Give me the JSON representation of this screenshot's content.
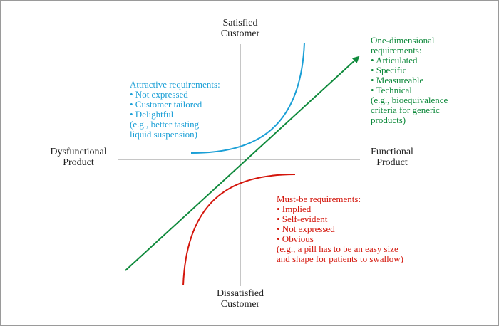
{
  "axes": {
    "top": [
      "Satisfied",
      "Customer"
    ],
    "bottom": [
      "Dissatisfied",
      "Customer"
    ],
    "left": [
      "Dysfunctional",
      "Product"
    ],
    "right": [
      "Functional",
      "Product"
    ]
  },
  "attractive": {
    "color": "#1a9fd6",
    "lines": [
      "Attractive requirements:",
      "• Not expressed",
      "• Customer tailored",
      "• Delightful",
      "(e.g., better tasting",
      "liquid suspension)"
    ]
  },
  "one_dimensional": {
    "color": "#0f8a3c",
    "lines": [
      "One-dimensional",
      "requirements:",
      "• Articulated",
      "• Specific",
      "• Measureable",
      "• Technical",
      "(e.g., bioequivalence",
      "criteria for generic",
      "products)"
    ]
  },
  "must_be": {
    "color": "#d4160c",
    "lines": [
      "Must-be requirements:",
      "• Implied",
      "• Self-evident",
      "• Not expressed",
      "• Obvious",
      "(e.g., a pill has to be an easy size",
      "and shape for patients to swallow)"
    ]
  }
}
